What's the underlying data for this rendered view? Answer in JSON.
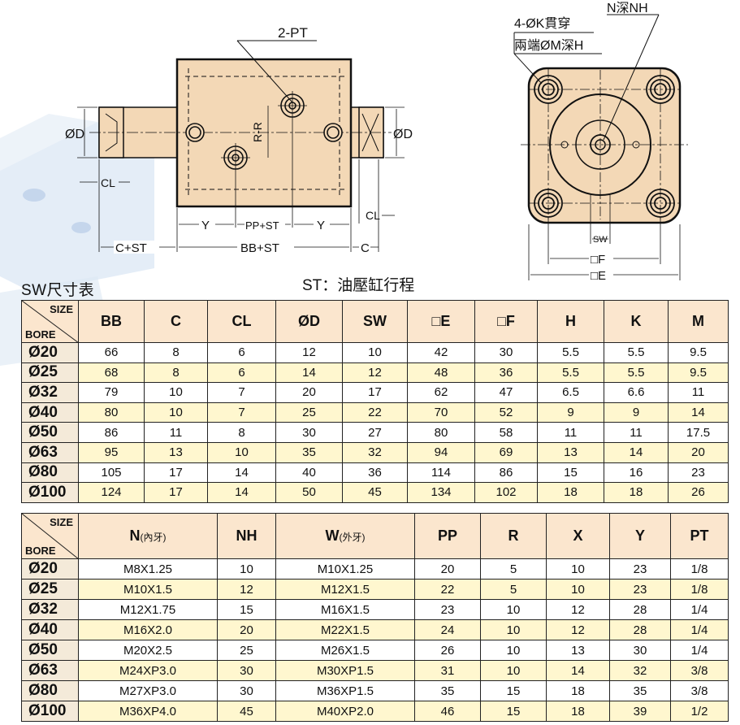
{
  "drawing": {
    "side_view_labels": {
      "port": "2-PT",
      "rod_dia_left": "ØD",
      "rod_dia_right": "ØD",
      "cl_left": "CL",
      "cl_right": "CL",
      "r_dim": "R-R",
      "y_left": "Y",
      "pp_st": "PP+ST",
      "y_right": "Y",
      "c_st": "C+ST",
      "bb_st": "BB+ST",
      "c": "C"
    },
    "end_view_labels": {
      "holes": "4-ØK貫穿",
      "counterbore": "兩端ØM深H",
      "thread": "N深NH",
      "sw": "SW",
      "f": "□F",
      "e": "□E"
    }
  },
  "titles": {
    "sw_table": "SW尺寸表",
    "st_note": "ST：油壓缸行程"
  },
  "table1": {
    "corner_size": "SIZE",
    "corner_bore": "BORE",
    "headers": [
      "BB",
      "C",
      "CL",
      "ØD",
      "SW",
      "□E",
      "□F",
      "H",
      "K",
      "M"
    ],
    "rows": [
      {
        "bore": "Ø20",
        "cells": [
          "66",
          "8",
          "6",
          "12",
          "10",
          "42",
          "30",
          "5.5",
          "5.5",
          "9.5"
        ]
      },
      {
        "bore": "Ø25",
        "cells": [
          "68",
          "8",
          "6",
          "14",
          "12",
          "48",
          "36",
          "5.5",
          "5.5",
          "9.5"
        ]
      },
      {
        "bore": "Ø32",
        "cells": [
          "79",
          "10",
          "7",
          "20",
          "17",
          "62",
          "47",
          "6.5",
          "6.6",
          "11"
        ]
      },
      {
        "bore": "Ø40",
        "cells": [
          "80",
          "10",
          "7",
          "25",
          "22",
          "70",
          "52",
          "9",
          "9",
          "14"
        ]
      },
      {
        "bore": "Ø50",
        "cells": [
          "86",
          "11",
          "8",
          "30",
          "27",
          "80",
          "58",
          "11",
          "11",
          "17.5"
        ]
      },
      {
        "bore": "Ø63",
        "cells": [
          "95",
          "13",
          "10",
          "35",
          "32",
          "94",
          "69",
          "13",
          "14",
          "20"
        ]
      },
      {
        "bore": "Ø80",
        "cells": [
          "105",
          "17",
          "14",
          "40",
          "36",
          "114",
          "86",
          "15",
          "16",
          "23"
        ]
      },
      {
        "bore": "Ø100",
        "cells": [
          "124",
          "17",
          "14",
          "50",
          "45",
          "134",
          "102",
          "18",
          "18",
          "26"
        ]
      }
    ]
  },
  "table2": {
    "corner_size": "SIZE",
    "corner_bore": "BORE",
    "headers": [
      {
        "main": "N",
        "sub": "(內牙)"
      },
      {
        "main": "NH",
        "sub": ""
      },
      {
        "main": "W",
        "sub": "(外牙)"
      },
      {
        "main": "PP",
        "sub": ""
      },
      {
        "main": "R",
        "sub": ""
      },
      {
        "main": "X",
        "sub": ""
      },
      {
        "main": "Y",
        "sub": ""
      },
      {
        "main": "PT",
        "sub": ""
      }
    ],
    "rows": [
      {
        "bore": "Ø20",
        "cells": [
          "M8X1.25",
          "10",
          "M10X1.25",
          "20",
          "5",
          "10",
          "23",
          "1/8"
        ]
      },
      {
        "bore": "Ø25",
        "cells": [
          "M10X1.5",
          "12",
          "M12X1.5",
          "22",
          "5",
          "10",
          "23",
          "1/8"
        ]
      },
      {
        "bore": "Ø32",
        "cells": [
          "M12X1.75",
          "15",
          "M16X1.5",
          "23",
          "10",
          "12",
          "28",
          "1/4"
        ]
      },
      {
        "bore": "Ø40",
        "cells": [
          "M16X2.0",
          "20",
          "M22X1.5",
          "24",
          "10",
          "12",
          "28",
          "1/4"
        ]
      },
      {
        "bore": "Ø50",
        "cells": [
          "M20X2.5",
          "25",
          "M26X1.5",
          "26",
          "10",
          "13",
          "30",
          "1/4"
        ]
      },
      {
        "bore": "Ø63",
        "cells": [
          "M24XP3.0",
          "30",
          "M30XP1.5",
          "31",
          "10",
          "14",
          "32",
          "3/8"
        ]
      },
      {
        "bore": "Ø80",
        "cells": [
          "M27XP3.0",
          "30",
          "M36XP1.5",
          "35",
          "15",
          "18",
          "35",
          "3/8"
        ]
      },
      {
        "bore": "Ø100",
        "cells": [
          "M36XP4.0",
          "45",
          "M40XP2.0",
          "46",
          "15",
          "18",
          "39",
          "1/2"
        ]
      }
    ]
  },
  "colors": {
    "body_fill": "#f3d8b6",
    "header_fill": "#fbe6ce",
    "alt_row_fill": "#fff7cf",
    "watermark_blue": "#c9d9ee"
  }
}
